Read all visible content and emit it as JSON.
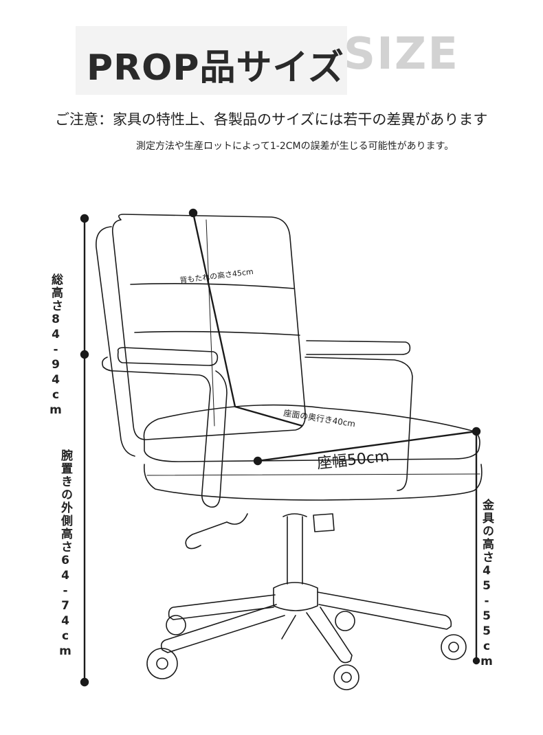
{
  "header": {
    "title": "PROP品サイズ",
    "title_ghost": "SIZE",
    "note": "ご注意：家具の特性上、各製品のサイズには若干の差異があります",
    "subnote": "測定方法や生産ロットによって1-2CMの誤差が生じる可能性があります。"
  },
  "dimensions": {
    "total_height": "総高さ84-94cm",
    "armrest_height": "腕置きの外側高さ64-74cm",
    "fitting_height": "金具の高さ45-55cm",
    "backrest_height": "背もたれの高さ45cm",
    "seat_depth": "座面の奥行き40cm",
    "seat_width": "座幅50cm"
  },
  "colors": {
    "line": "#1a1a1a",
    "title_band": "#f3f3f3",
    "ghost": "#d2d2d2"
  }
}
